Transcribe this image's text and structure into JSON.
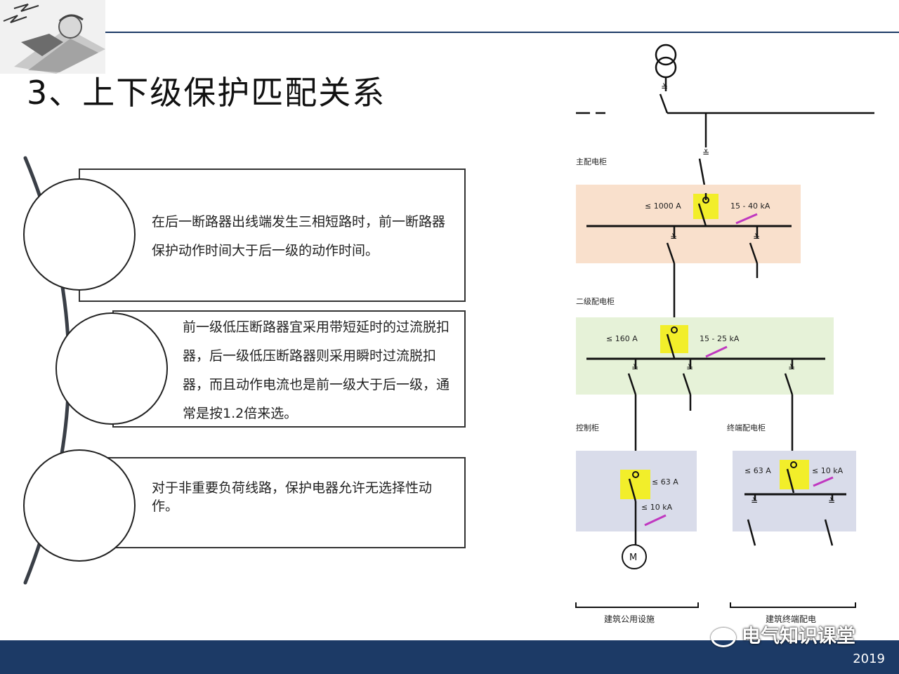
{
  "title": "3、上下级保护匹配关系",
  "items": [
    {
      "text": "在后一断路器出线端发生三相短路时，前一断路器保护动作时间大于后一级的动作时间。"
    },
    {
      "text": "前一级低压断路器宜采用带短延时的过流脱扣器，后一级低压断路器则采用瞬时过流脱扣器，而且动作电流也是前一级大于后一级，通常是按1.2倍来选。"
    },
    {
      "text": "对于非重要负荷线路，保护电器允许无选择性动作。"
    }
  ],
  "diagram": {
    "main_panel_label": "主配电柜",
    "main_current": "≤ 1000 A",
    "main_short": "15 - 40 kA",
    "secondary_panel_label": "二级配电柜",
    "secondary_current": "≤ 160 A",
    "secondary_short": "15 - 25 kA",
    "control_panel_label": "控制柜",
    "control_current": "≤ 63 A",
    "control_short": "≤ 10 kA",
    "terminal_panel_label": "终端配电柜",
    "terminal_current": "≤ 63 A",
    "terminal_short": "≤ 10 kA",
    "motor": "M",
    "bottom_left": "建筑公用设施",
    "bottom_right": "建筑终端配电",
    "colors": {
      "main": "#f9e0cc",
      "secondary": "#e6f2d8",
      "terminal": "#d9dcea",
      "highlight": "#f2ee2a"
    }
  },
  "watermark": "电气知识课堂",
  "year": "2019"
}
